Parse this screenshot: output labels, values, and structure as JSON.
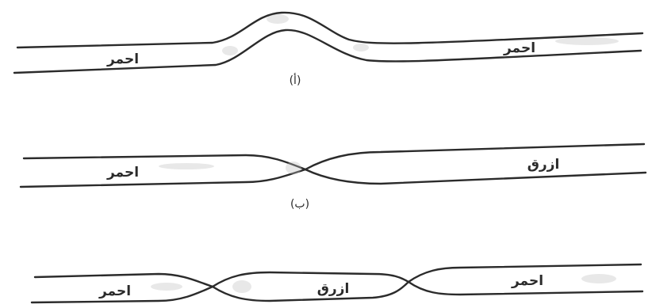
{
  "figures": [
    {
      "caption": "(أ)",
      "labels": [
        "احمر",
        "احمر"
      ]
    },
    {
      "caption": "(ب)",
      "labels": [
        "احمر",
        "ازرق"
      ]
    },
    {
      "caption": "",
      "labels": [
        "احمر",
        "ازرق",
        "احمر"
      ]
    }
  ],
  "colors": {
    "ink": "#2b2b2b",
    "paper": "#ffffff"
  }
}
